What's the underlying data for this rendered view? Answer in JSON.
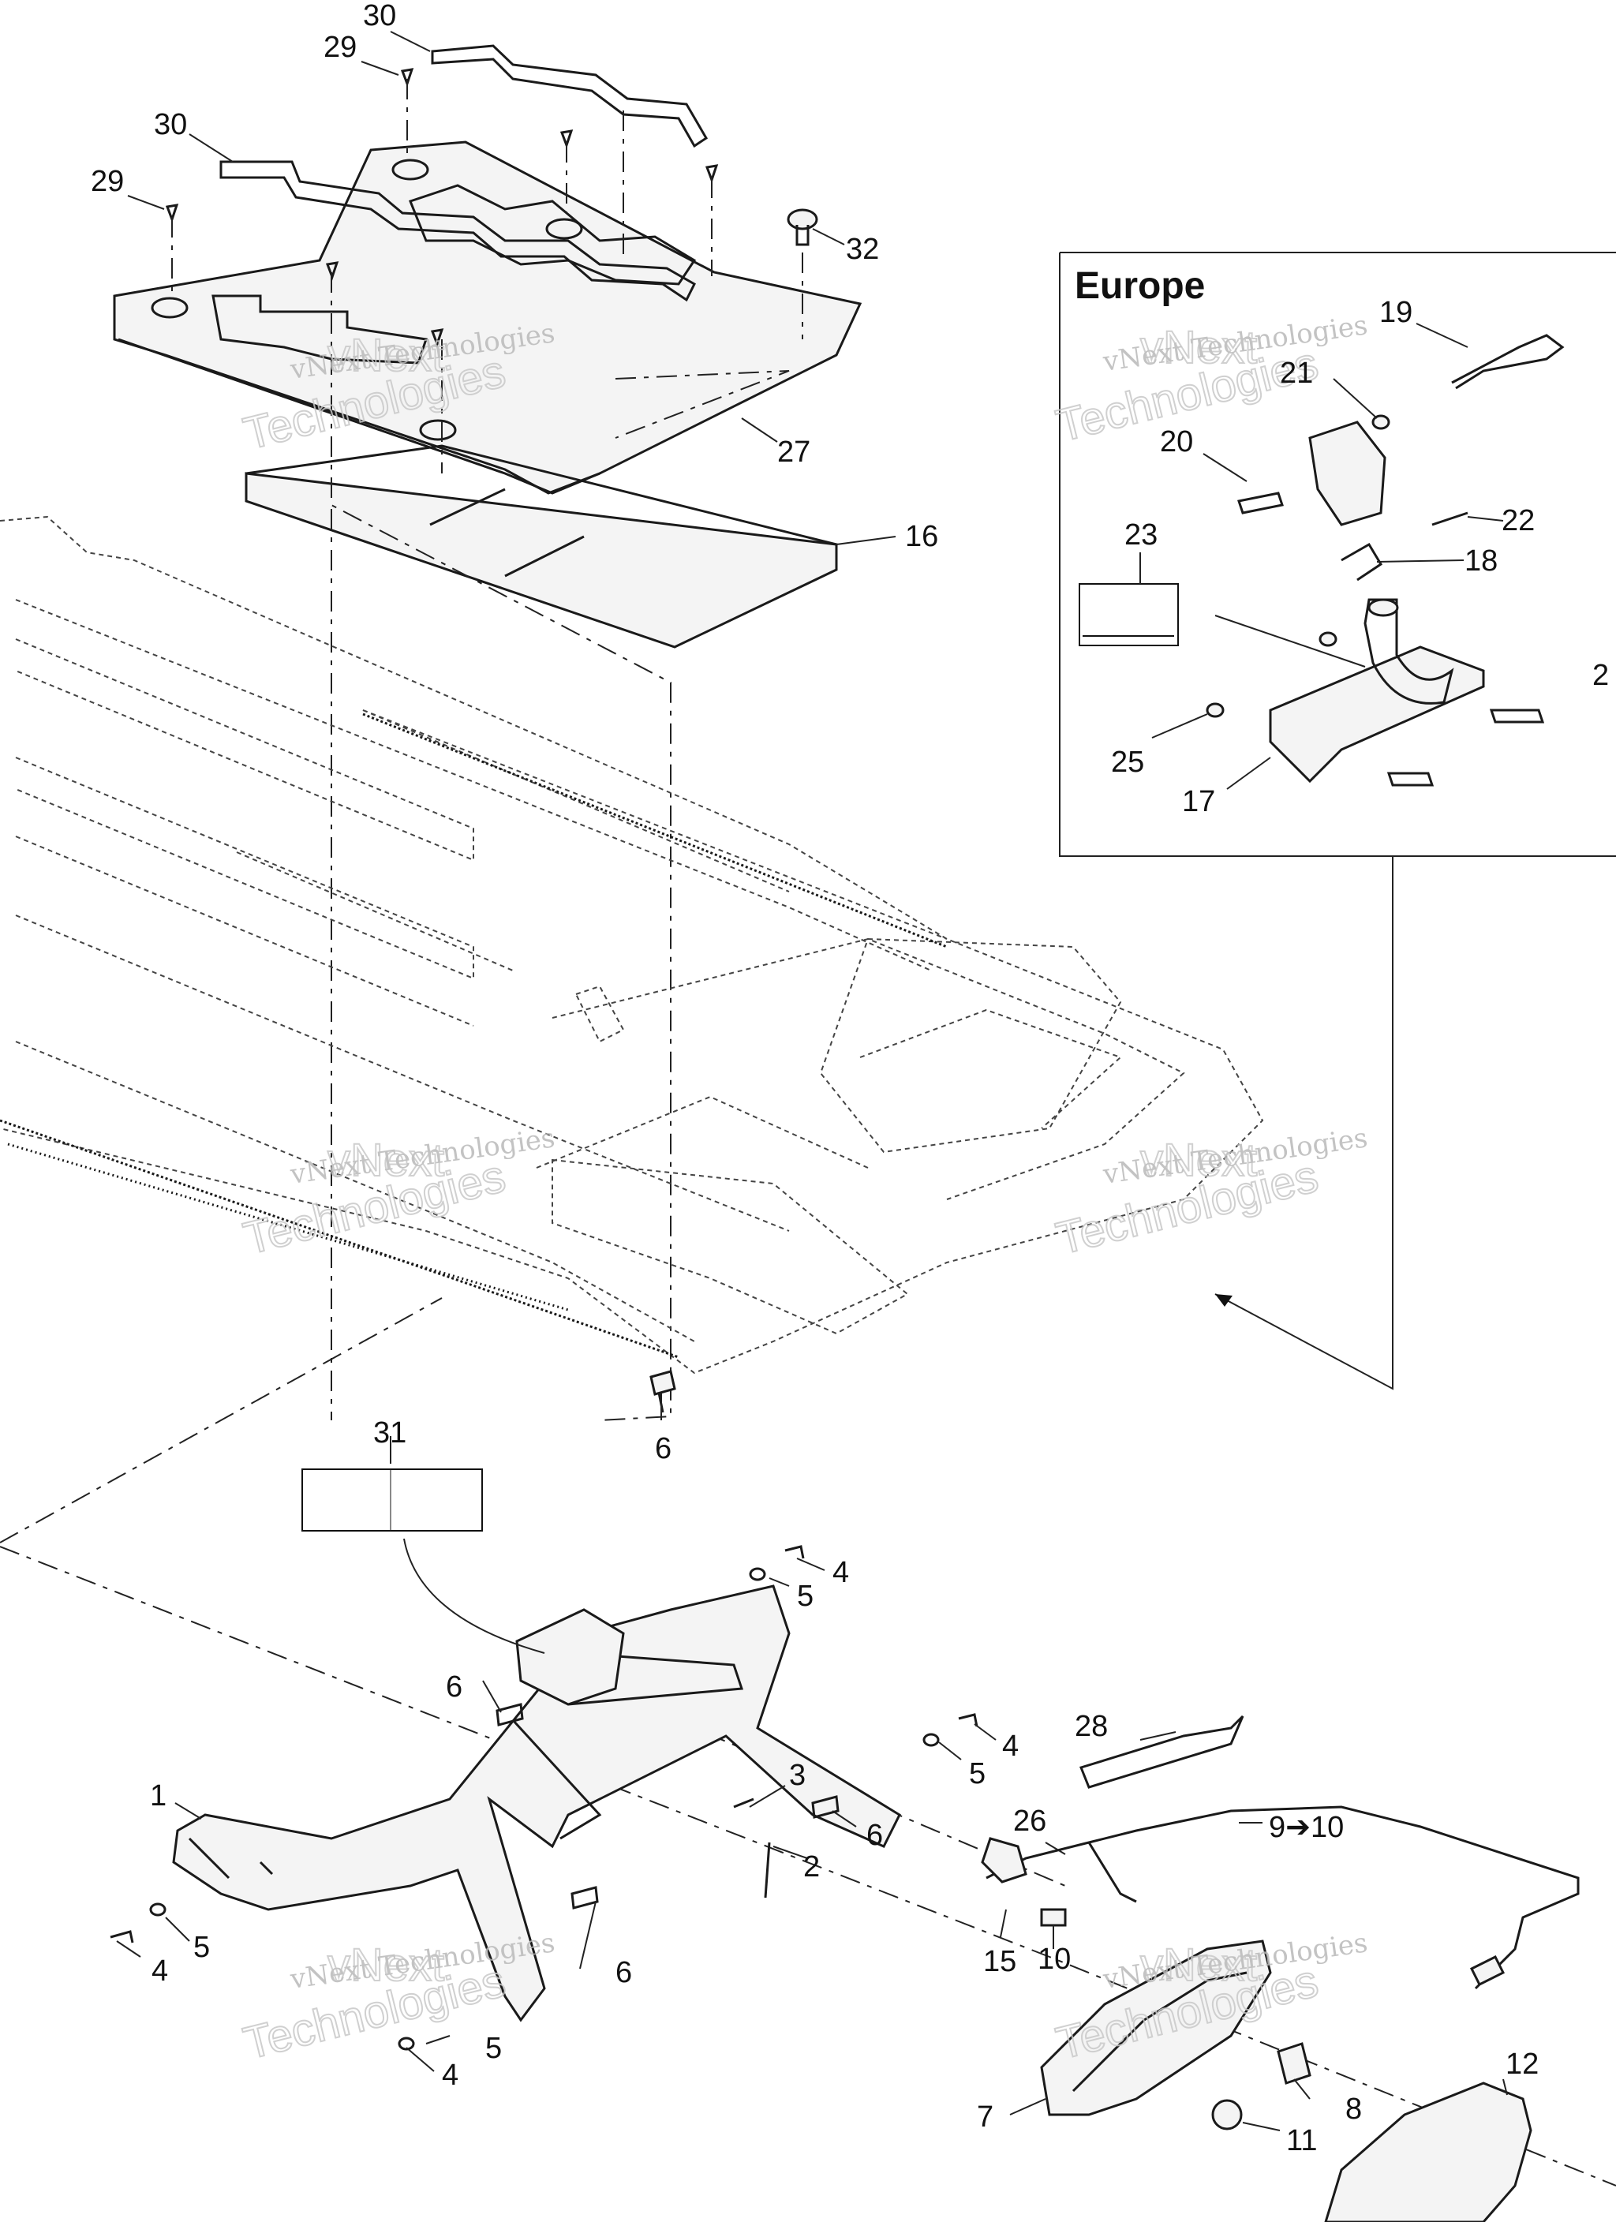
{
  "inset": {
    "title": "Europe"
  },
  "watermark": {
    "line1": "vNext",
    "line2": "vNext Technologies",
    "line3": "Technologies"
  },
  "callouts": [
    {
      "text": "30"
    },
    {
      "text": "29"
    },
    {
      "text": "30"
    },
    {
      "text": "29"
    },
    {
      "text": "32"
    },
    {
      "text": "27"
    },
    {
      "text": "16"
    },
    {
      "text": "19"
    },
    {
      "text": "21"
    },
    {
      "text": "20"
    },
    {
      "text": "22"
    },
    {
      "text": "23"
    },
    {
      "text": "18"
    },
    {
      "text": "25"
    },
    {
      "text": "17"
    },
    {
      "text": "6"
    },
    {
      "text": "31"
    },
    {
      "text": "4"
    },
    {
      "text": "5"
    },
    {
      "text": "6"
    },
    {
      "text": "4"
    },
    {
      "text": "5"
    },
    {
      "text": "28"
    },
    {
      "text": "1"
    },
    {
      "text": "3"
    },
    {
      "text": "6"
    },
    {
      "text": "2"
    },
    {
      "text": "26"
    },
    {
      "text": "9➔10"
    },
    {
      "text": "5"
    },
    {
      "text": "4"
    },
    {
      "text": "15"
    },
    {
      "text": "10"
    },
    {
      "text": "6"
    },
    {
      "text": "5"
    },
    {
      "text": "4"
    },
    {
      "text": "12"
    },
    {
      "text": "7"
    },
    {
      "text": "8"
    },
    {
      "text": "11"
    },
    {
      "text": "2"
    }
  ],
  "colors": {
    "line": "#1a1a1a",
    "watermark": "#bfbfbf",
    "background": "#ffffff"
  }
}
